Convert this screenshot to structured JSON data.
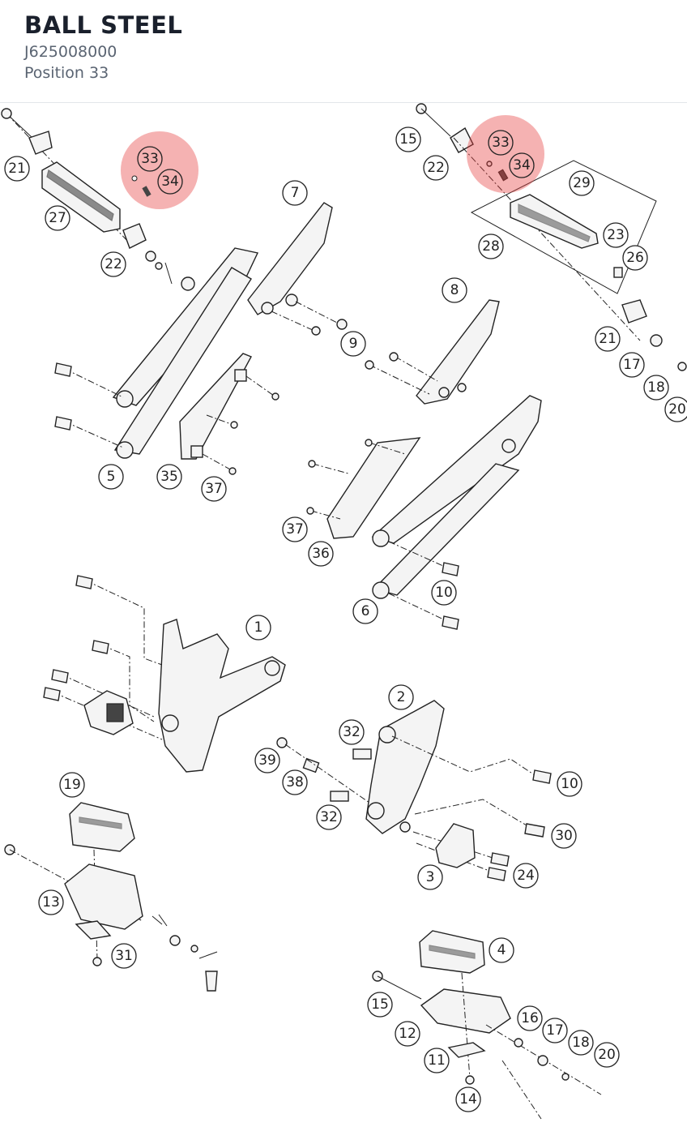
{
  "header": {
    "title": "BALL STEEL",
    "part_number": "J625008000",
    "position_label": "Position 33"
  },
  "highlight_color": "#e53e3e",
  "callouts": [
    {
      "id": "c-21a",
      "label": "21"
    },
    {
      "id": "c-27",
      "label": "27"
    },
    {
      "id": "c-22a",
      "label": "22"
    },
    {
      "id": "c-33a",
      "label": "33"
    },
    {
      "id": "c-34a",
      "label": "34"
    },
    {
      "id": "c-7",
      "label": "7"
    },
    {
      "id": "c-15a",
      "label": "15"
    },
    {
      "id": "c-22b",
      "label": "22"
    },
    {
      "id": "c-33b",
      "label": "33"
    },
    {
      "id": "c-34b",
      "label": "34"
    },
    {
      "id": "c-29",
      "label": "29"
    },
    {
      "id": "c-28",
      "label": "28"
    },
    {
      "id": "c-23",
      "label": "23"
    },
    {
      "id": "c-26",
      "label": "26"
    },
    {
      "id": "c-8",
      "label": "8"
    },
    {
      "id": "c-9",
      "label": "9"
    },
    {
      "id": "c-21b",
      "label": "21"
    },
    {
      "id": "c-17a",
      "label": "17"
    },
    {
      "id": "c-18a",
      "label": "18"
    },
    {
      "id": "c-20a",
      "label": "20"
    },
    {
      "id": "c-5",
      "label": "5"
    },
    {
      "id": "c-35",
      "label": "35"
    },
    {
      "id": "c-37a",
      "label": "37"
    },
    {
      "id": "c-37b",
      "label": "37"
    },
    {
      "id": "c-36",
      "label": "36"
    },
    {
      "id": "c-10a",
      "label": "10"
    },
    {
      "id": "c-6",
      "label": "6"
    },
    {
      "id": "c-1",
      "label": "1"
    },
    {
      "id": "c-2",
      "label": "2"
    },
    {
      "id": "c-32a",
      "label": "32"
    },
    {
      "id": "c-39",
      "label": "39"
    },
    {
      "id": "c-38",
      "label": "38"
    },
    {
      "id": "c-10b",
      "label": "10"
    },
    {
      "id": "c-32b",
      "label": "32"
    },
    {
      "id": "c-30",
      "label": "30"
    },
    {
      "id": "c-3",
      "label": "3"
    },
    {
      "id": "c-24",
      "label": "24"
    },
    {
      "id": "c-19",
      "label": "19"
    },
    {
      "id": "c-13",
      "label": "13"
    },
    {
      "id": "c-31",
      "label": "31"
    },
    {
      "id": "c-4",
      "label": "4"
    },
    {
      "id": "c-15b",
      "label": "15"
    },
    {
      "id": "c-12",
      "label": "12"
    },
    {
      "id": "c-16",
      "label": "16"
    },
    {
      "id": "c-17b",
      "label": "17"
    },
    {
      "id": "c-18b",
      "label": "18"
    },
    {
      "id": "c-20b",
      "label": "20"
    },
    {
      "id": "c-11",
      "label": "11"
    },
    {
      "id": "c-14",
      "label": "14"
    }
  ]
}
